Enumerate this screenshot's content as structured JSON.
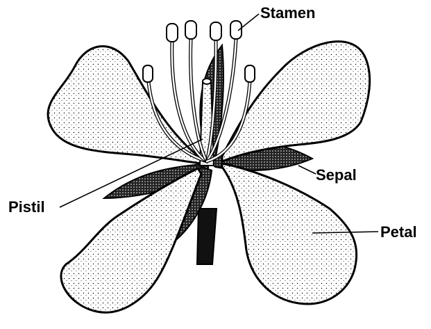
{
  "labels": {
    "stamen": "Stamen",
    "sepal": "Sepal",
    "pistil": "Pistil",
    "petal": "Petal"
  },
  "colors": {
    "ink": "#000000",
    "paper": "#ffffff"
  }
}
